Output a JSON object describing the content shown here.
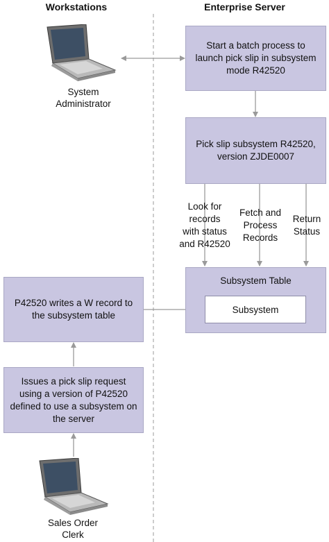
{
  "headers": {
    "workstations": "Workstations",
    "enterprise_server": "Enterprise Server"
  },
  "actors": {
    "system_administrator": "System\nAdministrator",
    "sales_order_clerk": "Sales Order\nClerk"
  },
  "boxes": {
    "start_batch": "Start a batch process to launch pick slip in subsystem mode R42520",
    "pick_slip_subsystem": "Pick slip subsystem  R42520, version ZJDE0007",
    "subsystem_table": "Subsystem Table",
    "subsystem": "Subsystem",
    "p42520_writes": "P42520 writes a W record to the subsystem table",
    "issues_request": "Issues a pick slip request using a version of P42520 defined to use a subsystem on the server"
  },
  "flow_labels": {
    "look_for_records": "Look for\nrecords\nwith status\nand R42520",
    "fetch_process": "Fetch and\nProcess\nRecords",
    "return_status": "Return\nStatus"
  },
  "colors": {
    "box_fill": "#c9c6e1",
    "arrow": "#9a9a9a",
    "divider": "#9a9a9a"
  }
}
